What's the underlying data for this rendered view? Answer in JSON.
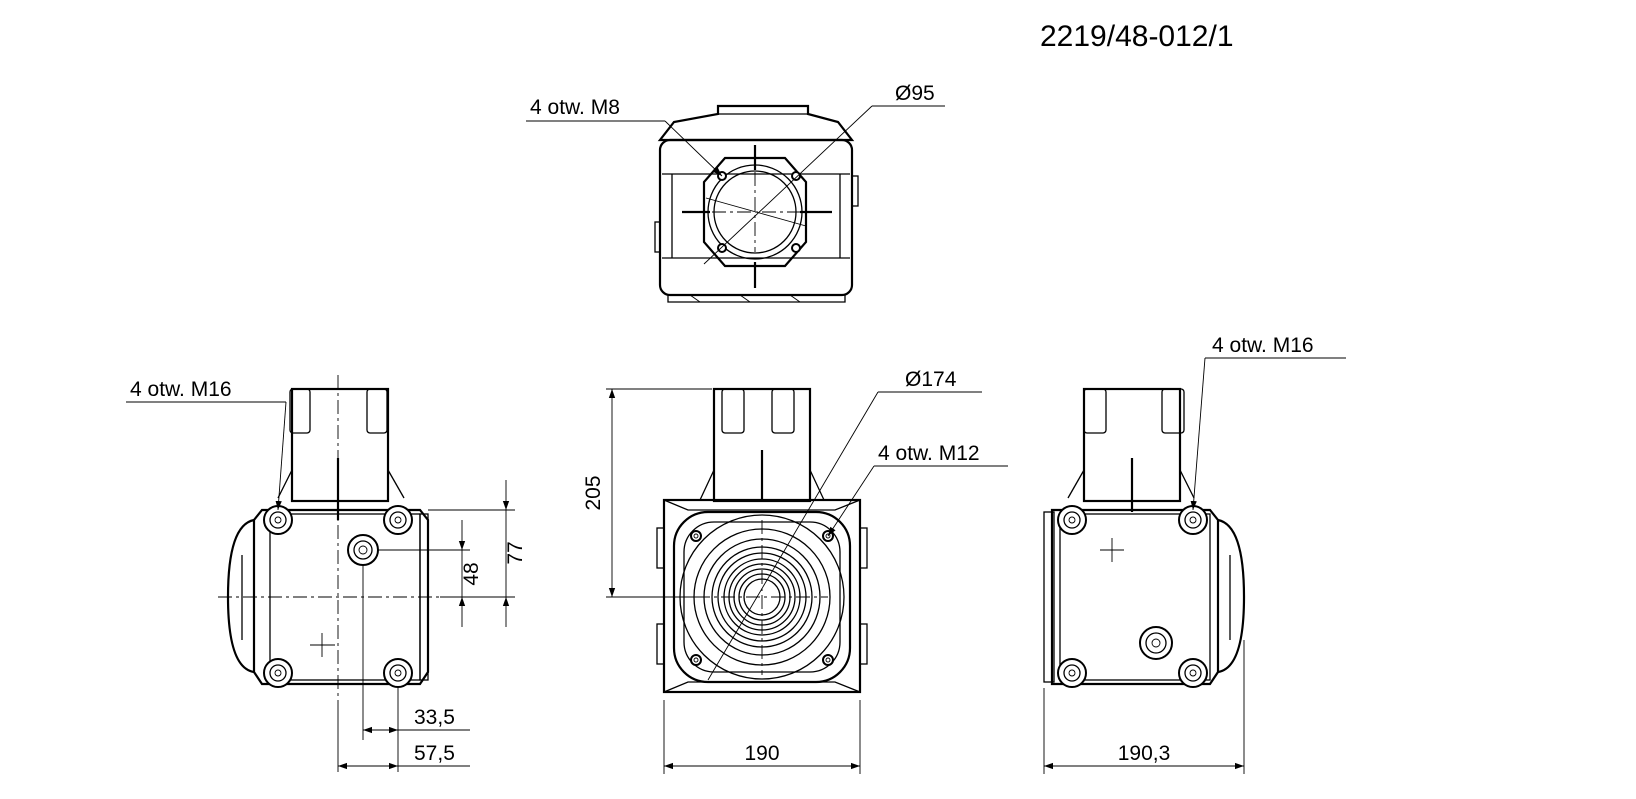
{
  "title": "2219/48-012/1",
  "views": {
    "top": {
      "holes_label": "4 otw. M8",
      "diameter_label": "Ø95"
    },
    "left": {
      "holes_label": "4 otw. M16",
      "dim_77": "77",
      "dim_48": "48",
      "dim_33_5": "33,5",
      "dim_57_5": "57,5"
    },
    "front": {
      "diameter_label": "Ø174",
      "holes_label": "4 otw. M12",
      "height_label": "205",
      "width_label": "190"
    },
    "right": {
      "holes_label": "4 otw. M16",
      "width_label": "190,3"
    }
  }
}
